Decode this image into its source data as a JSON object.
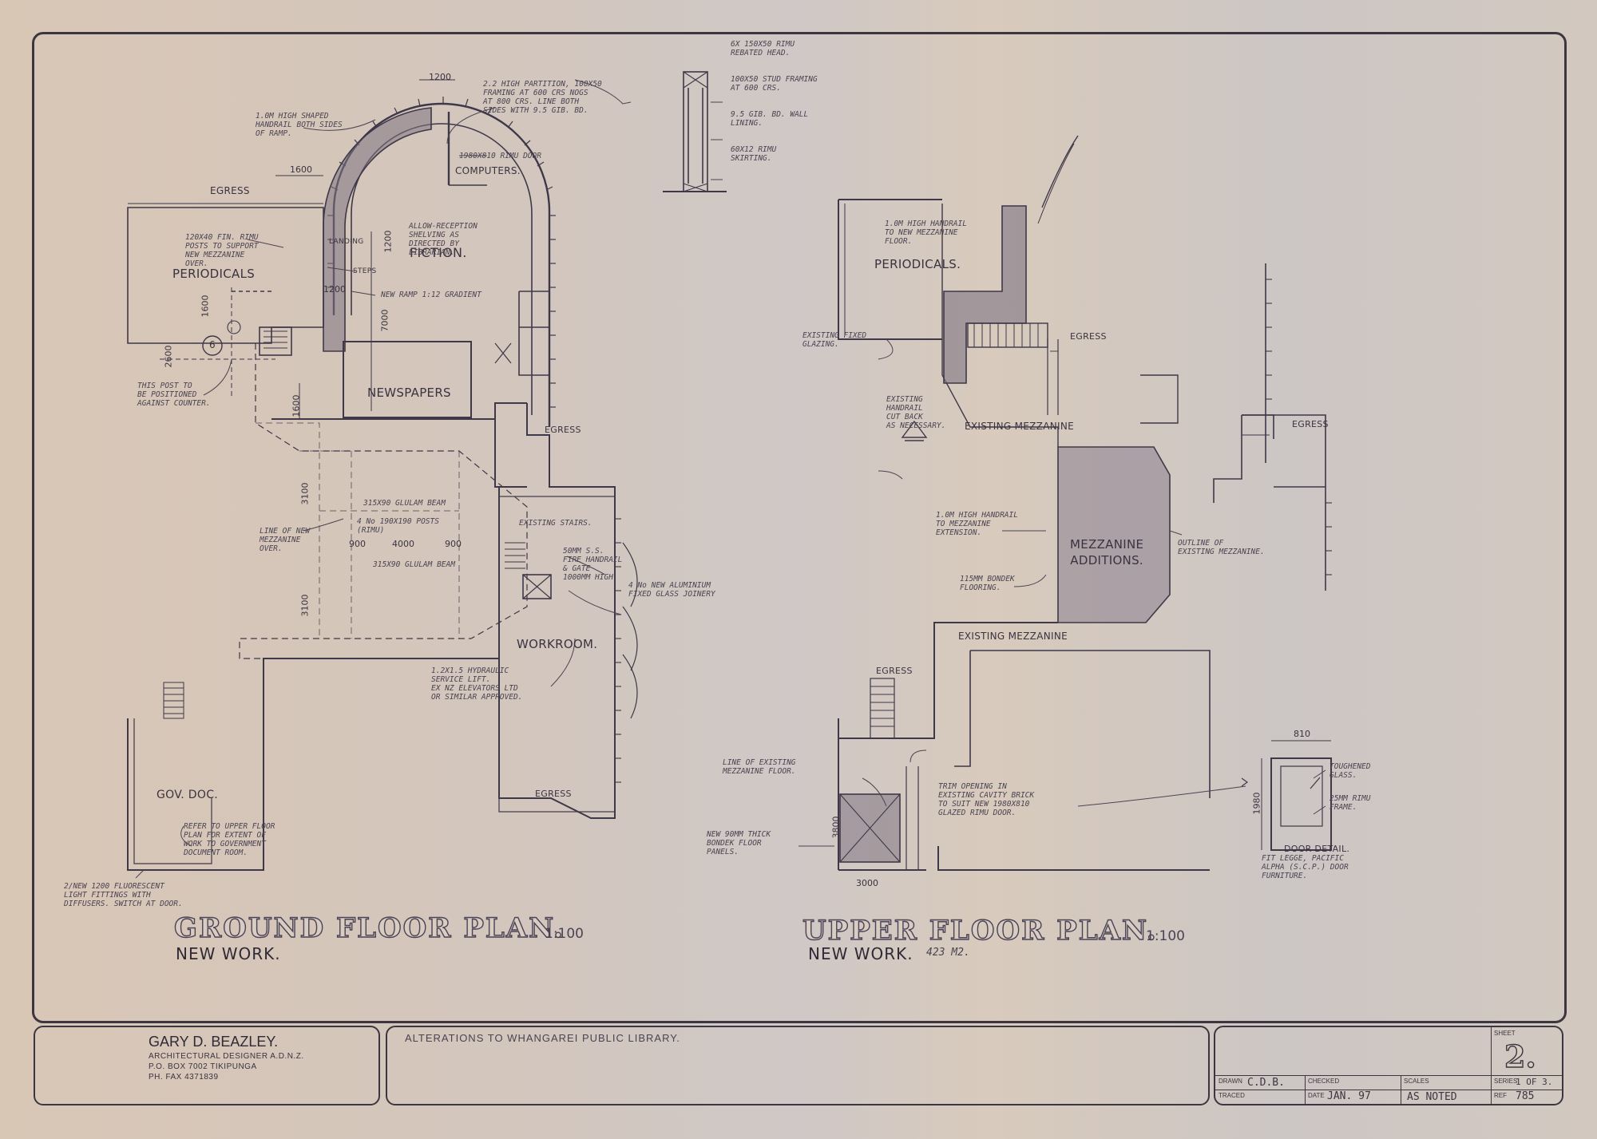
{
  "ground": {
    "title": "GROUND FLOOR PLAN.",
    "scale": "1:100",
    "subtitle": "NEW WORK.",
    "rooms": {
      "periodicals": "PERIODICALS",
      "fiction": "FICTION.",
      "computers": "COMPUTERS.",
      "newspapers": "NEWSPAPERS",
      "workroom": "WORKROOM.",
      "gov_doc": "GOV. DOC.",
      "landing": "LANDING",
      "steps": "STEPS",
      "egress_top": "EGRESS",
      "egress_mid": "EGRESS",
      "egress_bottom": "EGRESS"
    },
    "dims": [
      "1200",
      "1600",
      "1200",
      "1200",
      "1600",
      "2600",
      "1600",
      "7000",
      "3100",
      "3100",
      "900",
      "4000",
      "900"
    ],
    "notes": {
      "handrail_ramp": "1.0M HIGH SHAPED\nHANDRAIL BOTH SIDES\nOF RAMP.",
      "partition": "2.2 HIGH PARTITION, 100X50\nFRAMING AT 600 CRS NOGS\nAT 800 CRS. LINE BOTH\nSIDES WITH 9.5 GIB. BD.",
      "rimu_door": "1980X810 RIMU DOOR",
      "fin_posts": "120X40 FIN. RIMU\nPOSTS TO SUPPORT\nNEW MEZZANINE\nOVER.",
      "shelving": "ALLOW-RECEPTION\nSHELVING AS\nDIRECTED BY\nLIBRARIAN.",
      "ramp": "NEW RAMP 1:12 GRADIENT",
      "post": "THIS POST TO\nBE POSITIONED\nAGAINST COUNTER.",
      "beam1": "315X90 GLULAM BEAM",
      "posts_rimu": "4 No 190X190 POSTS\n(RIMU)",
      "mezz_line": "LINE OF NEW\nMEZZANINE\nOVER.",
      "beam2": "315X90 GLULAM BEAM",
      "existing_stairs": "EXISTING STAIRS.",
      "ss_handrail": "50MM S.S.\nFIRE HANDRAIL\n& GATE\n1000MM HIGH",
      "aluminium": "4 No NEW ALUMINIUM\nFIXED GLASS JOINERY",
      "lift": "1.2X1.5 HYDRAULIC\nSERVICE LIFT.\nEX NZ ELEVATORS LTD\nOR SIMILAR APPROVED.",
      "gov_note": "REFER TO UPPER FLOOR\nPLAN FOR EXTENT OF\nWORK TO GOVERNMENT\nDOCUMENT ROOM.",
      "lights": "2/NEW 1200 FLUORESCENT\nLIGHT FITTINGS WITH\nDIFFUSERS. SWITCH AT DOOR."
    },
    "marker": "6"
  },
  "detail_top": {
    "notes": "6X 150X50 RIMU\nREBATED HEAD.\n\n\n100X50 STUD FRAMING\nAT 600 CRS.\n\n\n9.5 GIB. BD. WALL\nLINING.\n\n\n60X12 RIMU\nSKIRTING."
  },
  "upper": {
    "title": "UPPER FLOOR PLAN.",
    "scale": "1:100",
    "subtitle": "NEW WORK.",
    "area": "423 M2.",
    "rooms": {
      "periodicals": "PERIODICALS.",
      "existing_mezz_1": "EXISTING MEZZANINE",
      "mezz_additions": "MEZZANINE\nADDITIONS.",
      "existing_mezz_2": "EXISTING MEZZANINE",
      "egress_1": "EGRESS",
      "egress_2": "EGRESS",
      "egress_3": "EGRESS"
    },
    "dims": [
      "3800",
      "3000"
    ],
    "notes": {
      "handrail_mezz": "1.0M HIGH HANDRAIL\nTO NEW MEZZANINE\nFLOOR.",
      "glazing": "EXISTING FIXED\nGLAZING.",
      "existing_handrail": "EXISTING\nHANDRAIL\nCUT BACK\nAS NECESSARY.",
      "mezz_ext": "1.0M HIGH HANDRAIL\nTO MEZZANINE\nEXTENSION.",
      "outline": "OUTLINE OF\nEXISTING MEZZANINE.",
      "flooring": "115MM BONDEK\nFLOORING.",
      "line_existing": "LINE OF EXISTING\nMEZZANINE FLOOR.",
      "trim_opening": "TRIM OPENING IN\nEXISTING CAVITY BRICK\nTO SUIT NEW 1980X810\nGLAZED RIMU DOOR.",
      "bondek": "NEW 90MM THICK\nBONDEK FLOOR\nPANELS."
    }
  },
  "door_detail": {
    "title": "DOOR DETAIL.",
    "note": "FIT LEGGE, PACIFIC\nALPHA (S.C.P.) DOOR\nFURNITURE.",
    "width": "810",
    "height": "1980",
    "glass": "TOUGHENED\nGLASS.",
    "rimu": "25MM RIMU\nFRAME."
  },
  "title_block": {
    "designer_name": "GARY D. BEAZLEY.",
    "designer_title": "ARCHITECTURAL DESIGNER A.D.N.Z.",
    "address": "P.O. BOX 7002 TIKIPUNGA",
    "phone": "PH. FAX 4371839",
    "project": "ALTERATIONS TO WHANGAREI PUBLIC LIBRARY.",
    "drawn_label": "DRAWN",
    "drawn": "C.D.B.",
    "checked_label": "CHECKED",
    "scales_label": "SCALES",
    "scales": "AS NOTED",
    "traced_label": "TRACED",
    "date_label": "DATE",
    "date": "JAN. 97",
    "sheet_label": "SHEET",
    "sheet": "2.",
    "series_label": "SERIES",
    "series": "1 OF 3.",
    "ref_label": "REF",
    "ref": "785"
  }
}
